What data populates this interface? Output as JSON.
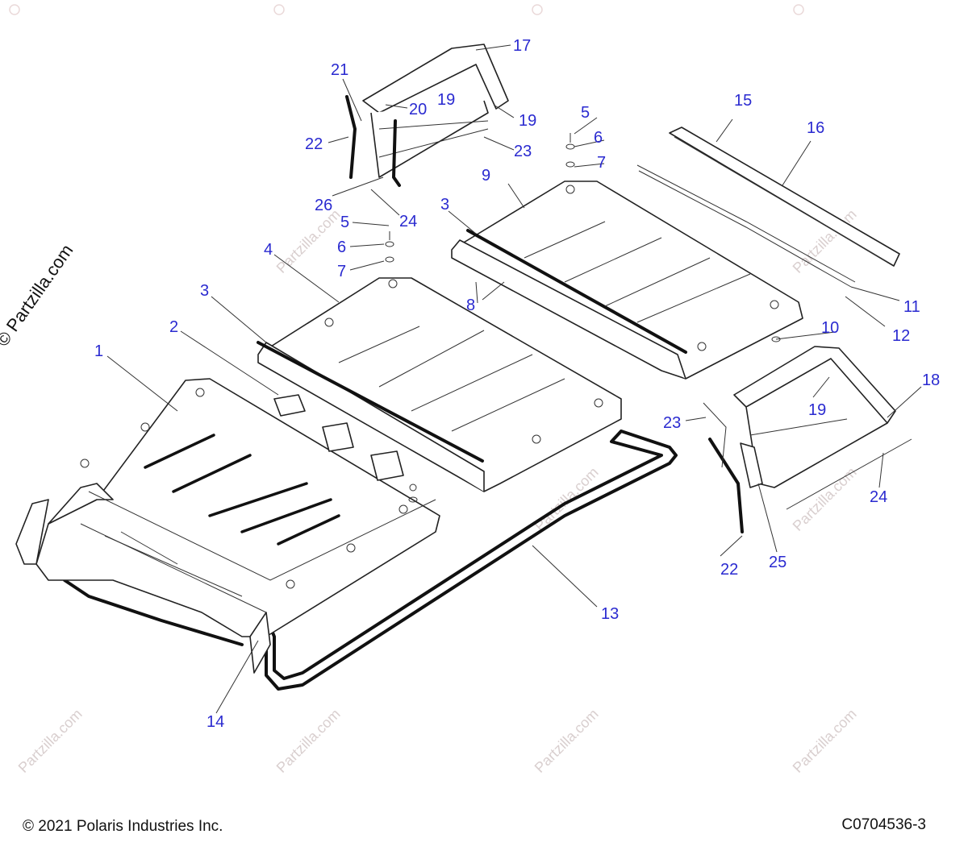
{
  "watermark": {
    "side_text": "© Partzilla.com",
    "tile_text": "Partzilla.com"
  },
  "footer": {
    "copyright": "© 2021 Polaris Industries Inc.",
    "diagram_code": "C0704536-3"
  },
  "colors": {
    "callout": "#2a2ad0",
    "line": "#222222",
    "watermark": "#d9cfcf"
  },
  "callouts": {
    "c1": "1",
    "c2": "2",
    "c3a": "3",
    "c3b": "3",
    "c4": "4",
    "c5a": "5",
    "c5b": "5",
    "c6a": "6",
    "c6b": "6",
    "c7a": "7",
    "c7b": "7",
    "c8": "8",
    "c9": "9",
    "c10": "10",
    "c11": "11",
    "c12": "12",
    "c13": "13",
    "c14": "14",
    "c15": "15",
    "c16": "16",
    "c17": "17",
    "c18": "18",
    "c19a": "19",
    "c19b": "19",
    "c19c": "19",
    "c20": "20",
    "c21": "21",
    "c22a": "22",
    "c22b": "22",
    "c23a": "23",
    "c23b": "23",
    "c24a": "24",
    "c24b": "24",
    "c25": "25",
    "c26": "26"
  }
}
